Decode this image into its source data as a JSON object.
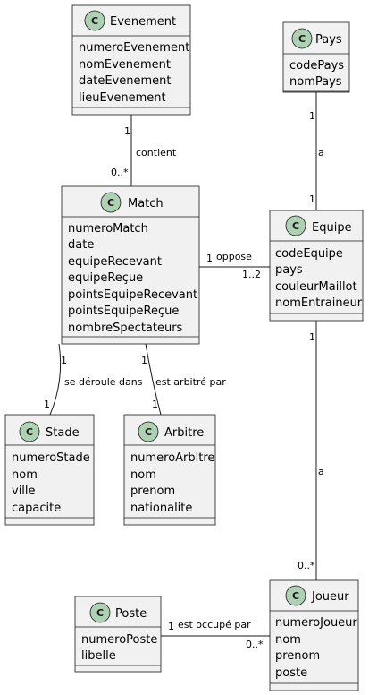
{
  "classes": {
    "evenement": {
      "name": "Evenement",
      "attributes": [
        "numeroEvenement",
        "nomEvenement",
        "dateEvenement",
        "lieuEvenement"
      ]
    },
    "pays": {
      "name": "Pays",
      "attributes": [
        "codePays",
        "nomPays"
      ]
    },
    "match": {
      "name": "Match",
      "attributes": [
        "numeroMatch",
        "date",
        "equipeRecevant",
        "equipeReçue",
        "pointsEquipeRecevant",
        "pointsEquipeReçue",
        "nombreSpectateurs"
      ]
    },
    "equipe": {
      "name": "Equipe",
      "attributes": [
        "codeEquipe",
        "pays",
        "couleurMaillot",
        "nomEntraineur"
      ]
    },
    "stade": {
      "name": "Stade",
      "attributes": [
        "numeroStade",
        "nom",
        "ville",
        "capacite"
      ]
    },
    "arbitre": {
      "name": "Arbitre",
      "attributes": [
        "numeroArbitre",
        "nom",
        "prenom",
        "nationalite"
      ]
    },
    "poste": {
      "name": "Poste",
      "attributes": [
        "numeroPoste",
        "libelle"
      ]
    },
    "joueur": {
      "name": "Joueur",
      "attributes": [
        "numeroJoueur",
        "nom",
        "prenom",
        "poste"
      ]
    }
  },
  "class_glyph": "C",
  "relations": {
    "evenement_match": {
      "label": "contient",
      "from_mult": "1",
      "to_mult": "0..*"
    },
    "pays_equipe": {
      "label": "a",
      "from_mult": "1",
      "to_mult": "1"
    },
    "match_equipe": {
      "label": "oppose",
      "from_mult": "1",
      "to_mult": "1..2"
    },
    "match_stade": {
      "label": "se déroule dans",
      "from_mult": "1",
      "to_mult": "1"
    },
    "match_arbitre": {
      "label": "est arbitré par",
      "from_mult": "1",
      "to_mult": "1"
    },
    "equipe_joueur": {
      "label": "a",
      "from_mult": "1",
      "to_mult": "0..*"
    },
    "poste_joueur": {
      "label": "est occupé par",
      "from_mult": "1",
      "to_mult": "0..*"
    }
  }
}
